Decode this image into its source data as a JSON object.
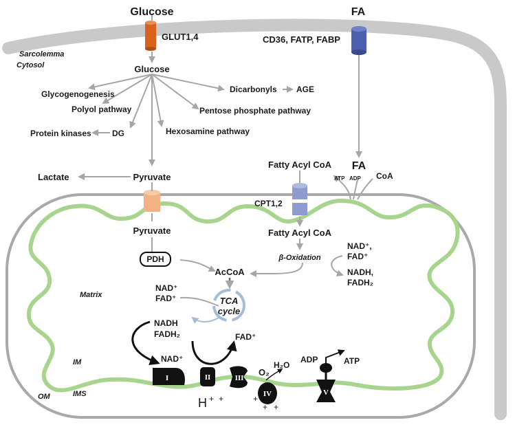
{
  "extracellular": {
    "glucose": "Glucose",
    "fa": "FA",
    "glut": "GLUT1,4",
    "fa_transporters": "CD36, FATP, FABP"
  },
  "compartments": {
    "sarcolemma": "Sarcolemma",
    "cytosol": "Cytosol",
    "matrix": "Matrix",
    "im": "IM",
    "ims": "IMS",
    "om": "OM"
  },
  "cytosol": {
    "glucose": "Glucose",
    "glycogenogenesis": "Glycogenogenesis",
    "polyol": "Polyol pathway",
    "protein_kinases": "Protein kinases",
    "dg": "DG",
    "hexosamine": "Hexosamine pathway",
    "pentose": "Pentose phosphate pathway",
    "dicarbonyls": "Dicarbonyls",
    "age": "AGE",
    "pyruvate": "Pyruvate",
    "lactate": "Lactate",
    "fatty_acyl_coa": "Fatty Acyl CoA",
    "fa": "FA",
    "atp": "ATP",
    "adp": "ADP",
    "coa": "CoA",
    "cpt": "CPT1,2"
  },
  "mitochondrion": {
    "pyruvate": "Pyruvate",
    "pdh": "PDH",
    "acoa": "AcCoA",
    "fatty_acyl_coa": "Fatty Acyl CoA",
    "beta_ox": "β-Oxidation",
    "nad_plus": "NAD⁺,",
    "fad_plus": "FAD⁺",
    "nadh": "NADH,",
    "fadh2": "FADH₂",
    "tca_line1": "TCA",
    "tca_line2": "cycle",
    "tca_nad": "NAD⁺",
    "tca_fad": "FAD⁺",
    "etc_nadh": "NADH",
    "etc_fadh2": "FADH₂",
    "etc_nad_plus": "NAD⁺",
    "etc_fad_plus": "FAD⁺",
    "o2": "O₂",
    "h2o": "H₂O",
    "adp": "ADP",
    "atp": "ATP",
    "h_plus": "H",
    "plus": "+",
    "complexes": [
      "I",
      "II",
      "III",
      "IV",
      "V"
    ]
  },
  "colors": {
    "membrane": "#c9c9c9",
    "outer_membrane": "#a9a9a9",
    "inner_membrane": "#a8d58d",
    "glut": "#d9621f",
    "fa_channel": "#4a5fae",
    "cpt": "#8e9bd0",
    "pyruvate_carrier": "#f4b183",
    "arrow": "#a6a6a6",
    "tca": "#a4bcd8"
  }
}
